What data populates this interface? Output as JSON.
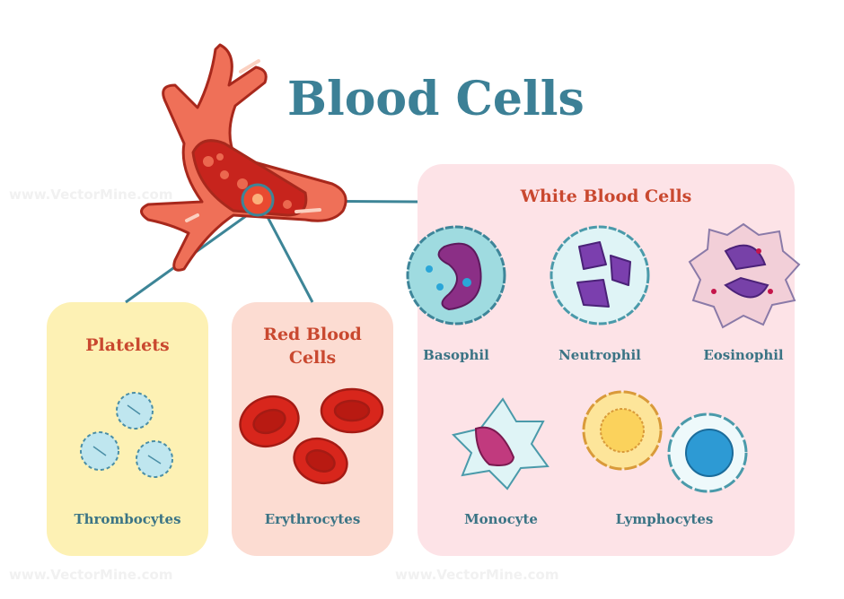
{
  "title": "Blood Cells",
  "watermark": "www.VectorMine.com",
  "colors": {
    "title": "#3c8096",
    "section_title": "#c9482f",
    "cell_label": "#3b7485",
    "platelets_bg": "#fdf1b4",
    "rbc_bg": "#fcdcd2",
    "wbc_bg": "#fde3e7"
  },
  "sections": {
    "platelets": {
      "title": "Platelets",
      "label": "Thrombocytes"
    },
    "red": {
      "title_line1": "Red Blood",
      "title_line2": "Cells",
      "label": "Erythrocytes"
    },
    "white": {
      "title": "White Blood Cells",
      "cells": [
        "Basophil",
        "Neutrophil",
        "Eosinophil",
        "Monocyte",
        "Lymphocytes"
      ]
    }
  }
}
